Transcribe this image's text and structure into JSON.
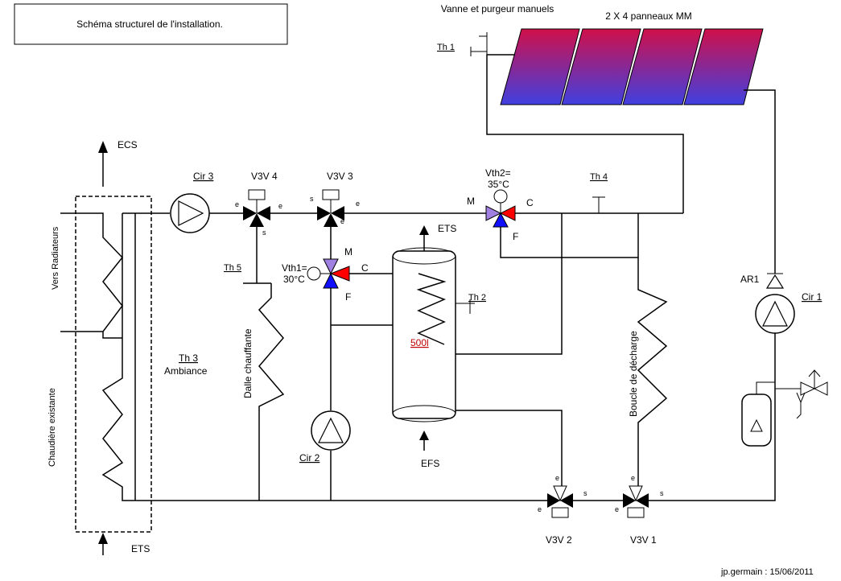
{
  "title": "Schéma structurel de l'installation.",
  "author_date": "jp.germain : 15/06/2011",
  "panels": {
    "label": "2 X 4 panneaux MM",
    "count": 4,
    "color_top": "#d0104a",
    "color_bottom": "#4040e0"
  },
  "vanne_label": "Vanne et purgeur manuels",
  "labels": {
    "ecs": "ECS",
    "ets_bottom": "ETS",
    "ets_tank": "ETS",
    "efs": "EFS",
    "vers_radiateurs": "Vers Radiateurs",
    "chaudiere": "Chaudière existante",
    "th3": "Th 3",
    "ambiance": "Ambiance",
    "dalle": "Dalle chauffante",
    "boucle": "Boucle de décharge",
    "tank": "500l",
    "th1": "Th 1",
    "th2": "Th 2",
    "th4": "Th 4",
    "th5": "Th 5",
    "cir1": "Cir 1",
    "cir2": "Cir 2",
    "cir3": "Cir 3",
    "ar1": "AR1",
    "v3v1": "V3V 1",
    "v3v2": "V3V 2",
    "v3v3": "V3V 3",
    "v3v4": "V3V 4",
    "vth1_a": "Vth1=",
    "vth1_b": "30°C",
    "vth2_a": "Vth2=",
    "vth2_b": "35°C",
    "m": "M",
    "c": "C",
    "f": "F",
    "e": "e",
    "s": "s"
  },
  "colors": {
    "hot": "#ff0000",
    "cold": "#1010ff",
    "mixed": "#a080e0"
  }
}
